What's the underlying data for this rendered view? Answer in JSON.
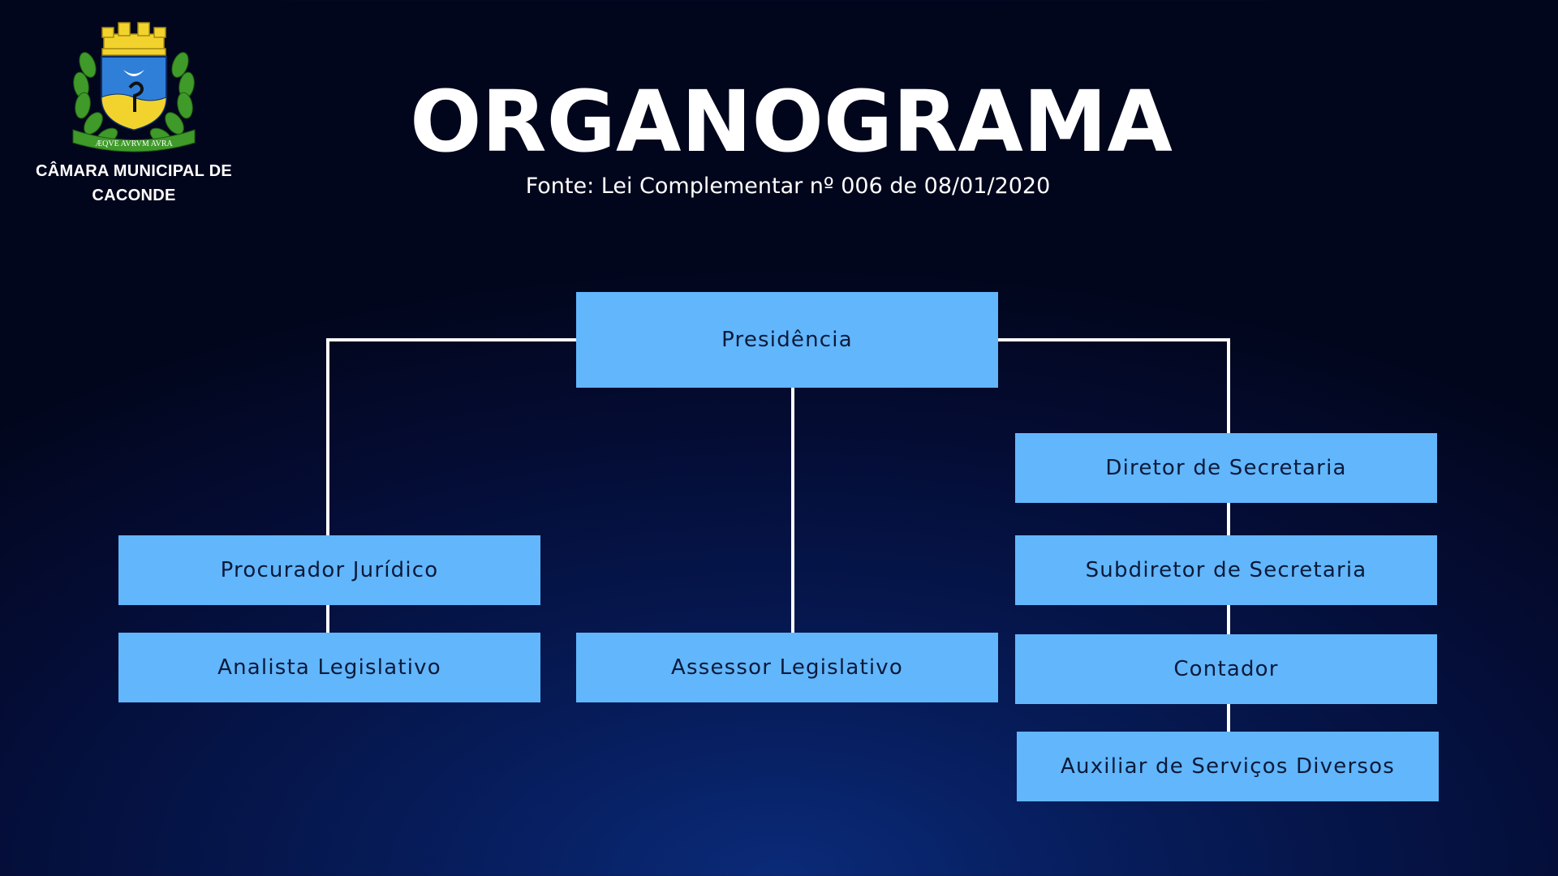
{
  "header": {
    "title": "ORGANOGRAMA",
    "subtitle": "Fonte: Lei Complementar nº 006 de 08/01/2020"
  },
  "organization": {
    "name": "CÂMARA MUNICIPAL DE CACONDE",
    "logo_motto": "ÆQVE AVRVM AVRA"
  },
  "chart": {
    "nodes": {
      "presidencia": "Presidência",
      "procurador": "Procurador Jurídico",
      "analista": "Analista Legislativo",
      "assessor": "Assessor Legislativo",
      "diretor": "Diretor de Secretaria",
      "subdiretor": "Subdiretor de Secretaria",
      "contador": "Contador",
      "auxiliar": "Auxiliar de Serviços Diversos"
    },
    "edges": [
      [
        "presidencia",
        "procurador"
      ],
      [
        "procurador",
        "analista"
      ],
      [
        "presidencia",
        "assessor"
      ],
      [
        "presidencia",
        "diretor"
      ],
      [
        "diretor",
        "subdiretor"
      ],
      [
        "subdiretor",
        "contador"
      ],
      [
        "contador",
        "auxiliar"
      ]
    ]
  },
  "colors": {
    "background": "#040d36",
    "box_fill": "#62b6fb",
    "box_text": "#0b1a3a",
    "connector": "#ffffff",
    "title": "#ffffff",
    "crown": "#f2d32e",
    "shield": "#2f7fd9",
    "laurel": "#3f9a2a"
  },
  "icons": {
    "logo": "municipal-coat-of-arms"
  }
}
